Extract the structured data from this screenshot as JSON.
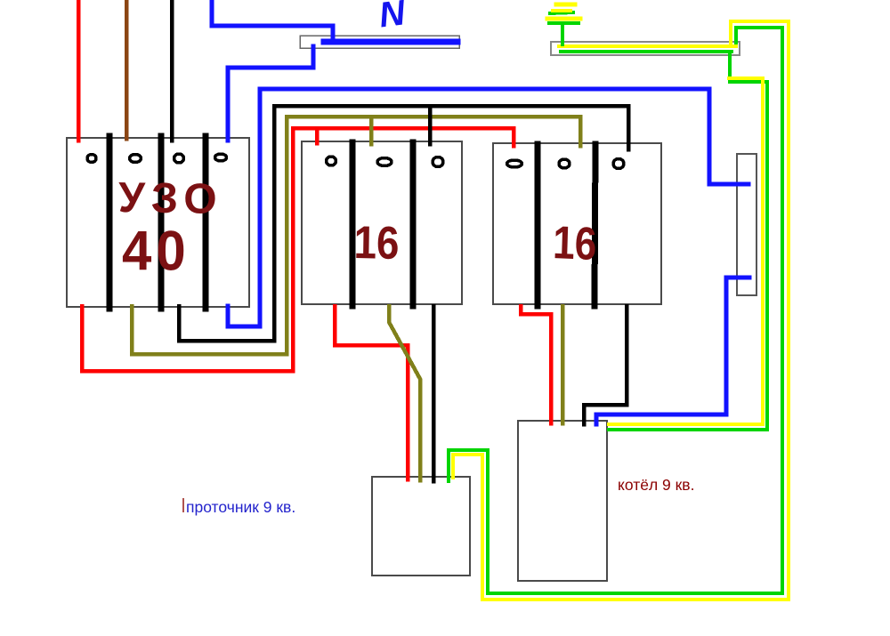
{
  "buses": {
    "neutral_label": "N"
  },
  "panels": {
    "rcd": {
      "type_label": "УЗО",
      "rating_label": "40"
    },
    "breaker_heater": {
      "rating_label": "16"
    },
    "breaker_boiler": {
      "rating_label": "16"
    }
  },
  "appliances": {
    "heater_label": "проточник 9 кв.",
    "boiler_label": "котёл 9 кв."
  },
  "colors": {
    "phase_red": "#fe0000",
    "phase_brown": "#8b4513",
    "phase_olive": "#80801a",
    "phase_black": "#000000",
    "neutral_blue": "#1212ff",
    "ground_green": "#00d500",
    "ground_yellow": "#ffff00",
    "handwriting_dark_red": "#7b1113",
    "heater_text_blue": "#2323cc",
    "boiler_text_red": "#8b0000",
    "box_border_gray": "#4a4a4a"
  }
}
